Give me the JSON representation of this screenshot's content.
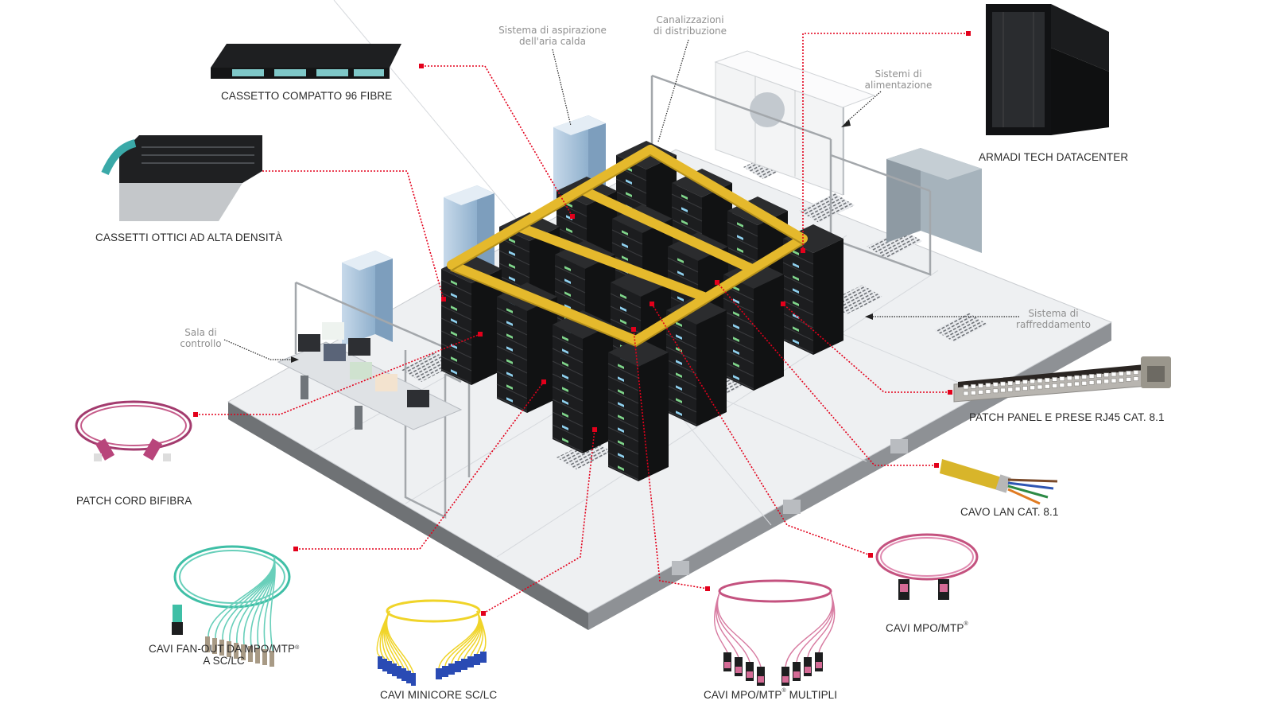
{
  "colors": {
    "leader_line": "#e3001b",
    "cable_tray": "#e5b92c",
    "rack": "#1c1c1c",
    "floor": "#eef0f2",
    "floor_edge": "#7a7d80",
    "label_text": "#2b2b2b",
    "zone_text": "#8f8f8f",
    "fiber_om3": "#3fbfa6",
    "fiber_om4": "#c4527f",
    "fiber_os2": "#f0d429",
    "connector_blue": "#2a4bb4"
  },
  "zones": {
    "hot_air": {
      "line1": "Sistema di aspirazione",
      "line2": "dell'aria calda"
    },
    "ducts": {
      "line1": "Canalizzazioni",
      "line2": "di distribuzione"
    },
    "power": {
      "line1": "Sistemi di",
      "line2": "alimentazione"
    },
    "control": {
      "line1": "Sala di",
      "line2": "controllo"
    },
    "cooling": {
      "line1": "Sistema di",
      "line2": "raffreddamento"
    }
  },
  "products": {
    "cassetto_compatto": {
      "label": "CASSETTO COMPATTO 96 FIBRE",
      "icon": "fiber-cassette-icon"
    },
    "cassetti_ottici": {
      "label": "CASSETTI OTTICI AD ALTA DENSITÀ",
      "icon": "fiber-drawer-icon"
    },
    "armadi": {
      "label": "ARMADI TECH DATACENTER",
      "icon": "server-cabinet-icon"
    },
    "patch_panel": {
      "label": "PATCH PANEL E PRESE RJ45 CAT. 8.1",
      "icon": "patch-panel-icon"
    },
    "cavo_lan": {
      "label": "CAVO LAN CAT. 8.1",
      "icon": "lan-cable-icon"
    },
    "patch_cord": {
      "label": "PATCH CORD BIFIBRA",
      "icon": "duplex-patch-cord-icon"
    },
    "fan_out": {
      "label_line1": "CAVI FAN-OUT DA MPO/MTP",
      "label_sup": "®",
      "label_line2": "A SC/LC",
      "icon": "fan-out-cable-icon"
    },
    "minicore": {
      "label": "CAVI MINICORE SC/LC",
      "icon": "minicore-cable-icon"
    },
    "mpo_multipli": {
      "label_pre": "CAVI MPO/MTP",
      "label_sup": "®",
      "label_post": " MULTIPLI",
      "icon": "mpo-multi-cable-icon"
    },
    "mpo": {
      "label_pre": "CAVI MPO/MTP",
      "label_sup": "®",
      "icon": "mpo-cable-icon"
    }
  }
}
